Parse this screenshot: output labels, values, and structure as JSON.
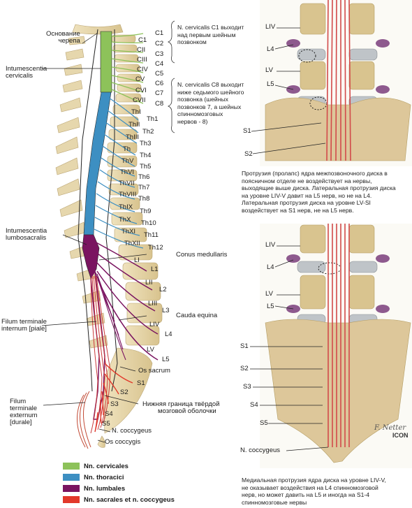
{
  "left_labels": {
    "base": [
      "Основание",
      "черепа"
    ],
    "intum_cerv": [
      "Intumescentia",
      "cervicalis"
    ],
    "intum_lumb": [
      "Intumescentia",
      "lumbosacralis"
    ],
    "filum_int": [
      "Filum terminale",
      "internum [piale]"
    ],
    "filum_ext": [
      "Filum",
      "terminale",
      "externum",
      "[durale]"
    ]
  },
  "right_labels": {
    "conus": "Conus medullaris",
    "cauda": "Cauda equina",
    "os_sacrum": "Os sacrum",
    "dura": [
      "Нижняя граница твёрдой",
      "мозговой оболочки"
    ],
    "n_cocc": "N. coccygeus",
    "os_cocc": "Os coccygis"
  },
  "cervical_nerves": [
    "C1",
    "C2",
    "C3",
    "C4",
    "C5",
    "C6",
    "C7",
    "C8"
  ],
  "cervical_segments": [
    "C1",
    "CII",
    "CIII",
    "CIV",
    "CV",
    "CVI",
    "CVII"
  ],
  "thoracic_nerves": [
    "Th1",
    "Th2",
    "Th3",
    "Th4",
    "Th5",
    "Th6",
    "Th7",
    "Th8",
    "Th9",
    "Th10",
    "Th11",
    "Th12"
  ],
  "thoracic_segments": [
    "ThI",
    "ThII",
    "ThIII",
    "Th",
    "ThV",
    "ThVI",
    "ThVII",
    "ThVIII",
    "ThIX",
    "ThX",
    "ThXI",
    "ThXII"
  ],
  "lumbar_nerves": [
    "L1",
    "L2",
    "L3",
    "L4",
    "L5"
  ],
  "lumbar_segments": [
    "LI",
    "LII",
    "LIII",
    "LIV",
    "LV"
  ],
  "sacral_nerves": [
    "S1",
    "S2",
    "S3",
    "S4",
    "S5"
  ],
  "note_c1": [
    "N. cervicalis C1 выходит",
    "над первым шейным",
    "позвонком"
  ],
  "note_c8": [
    "N. cervicalis C8 выходит",
    "ниже седьмого шейного",
    "позвонка (шейных",
    "позвонков 7, а шейных",
    "спинномозговых",
    "нервов - 8)"
  ],
  "legend": [
    {
      "label": "Nn. cervicales",
      "color": "#8dc25a"
    },
    {
      "label": "Nn. thoracici",
      "color": "#3d8fc2"
    },
    {
      "label": "Nn. lumbales",
      "color": "#7a1460"
    },
    {
      "label": "Nn. sacrales et n. coccygeus",
      "color": "#e2382a"
    }
  ],
  "top_right_labels": [
    "LIV",
    "L4",
    "LV",
    "L5",
    "S1",
    "S2"
  ],
  "caption_top": [
    "Протрузия (пролапс) ядра межпозвоночного диска в",
    "поясничном отделе не воздействует на нервы,",
    "выходящие выше диска. Латеральная протрузия диска",
    "на уровне LIV-V давит на L5 нерв, но не на L4.",
    "Латеральная протрузия диска на уровне LV-SI",
    "воздействует на S1 нерв, не на L5 нерв."
  ],
  "bottom_right_labels": [
    "LIV",
    "L4",
    "LV",
    "L5",
    "S1",
    "S2",
    "S3",
    "S4",
    "S5",
    "N. coccygeus"
  ],
  "caption_bottom": [
    "Медиальная протрузия ядра диска на уровне LIV-V,",
    "не оказывает воздействия на L4 спинномозговой",
    "нерв, но может давить на L5 и иногда на S1-4",
    "спинномозговые нервы"
  ],
  "signature": "F. Netter",
  "watermark": "ICON"
}
